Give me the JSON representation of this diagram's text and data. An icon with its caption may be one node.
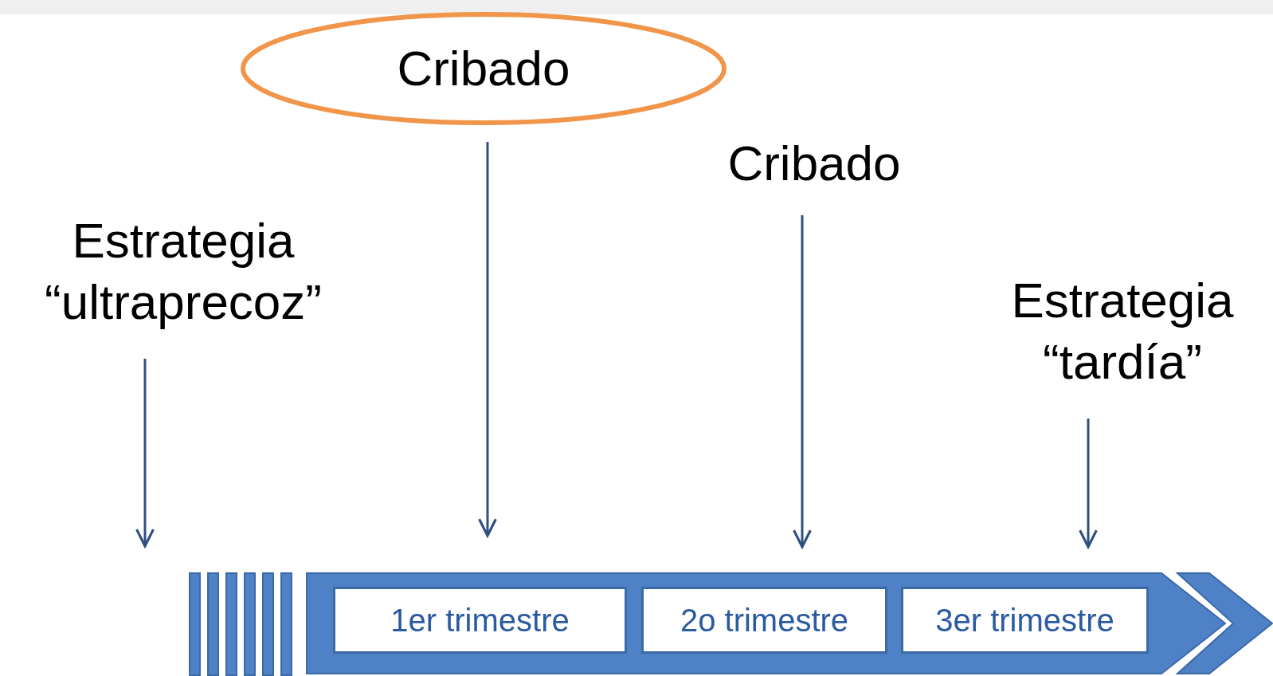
{
  "diagram": {
    "nodes": [
      {
        "text": [
          "Cribado"
        ]
      },
      {
        "text": [
          "Cribado"
        ]
      },
      {
        "text": [
          "Estrategia “ultraprecoz”"
        ]
      },
      {
        "text": [
          "Estrategia “tardía”"
        ]
      },
      {
        "text": [],
        "shape": "bar"
      },
      {
        "text": [
          "1er trimestre"
        ],
        "in": 4
      },
      {
        "text": [
          "2o trimestre"
        ],
        "in": 4
      },
      {
        "text": [
          "3er trimestre"
        ],
        "in": 4
      }
    ],
    "edges": [
      {
        "from": 0,
        "to": null,
        "arrow": "to"
      },
      {
        "from": 1,
        "to": 4,
        "arrow": "to"
      },
      {
        "from": 2,
        "to": null,
        "arrow": "to"
      },
      {
        "from": 3,
        "to": 4,
        "arrow": "to"
      }
    ]
  }
}
